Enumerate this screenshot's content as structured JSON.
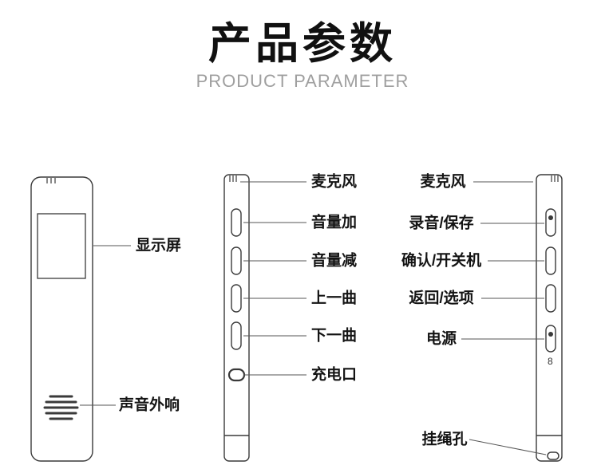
{
  "header": {
    "title": "产品参数",
    "subtitle": "PRODUCT PARAMETER"
  },
  "front_view": {
    "display_label": "显示屏",
    "speaker_label": "声音外响"
  },
  "button_side": {
    "mic_label": "麦克风",
    "volume_up_label": "音量加",
    "volume_down_label": "音量减",
    "prev_track_label": "上一曲",
    "next_track_label": "下一曲",
    "charge_port_label": "充电口"
  },
  "control_side": {
    "mic_label": "麦克风",
    "record_save_label": "录音/保存",
    "confirm_power_label": "确认/开关机",
    "back_option_label": "返回/选项",
    "power_label": "电源",
    "lanyard_hole_label": "挂绳孔",
    "marking": "8"
  },
  "colors": {
    "outline": "#3a3a3a",
    "leader_line": "#555555",
    "subtitle_gray": "#9f9f9f"
  }
}
